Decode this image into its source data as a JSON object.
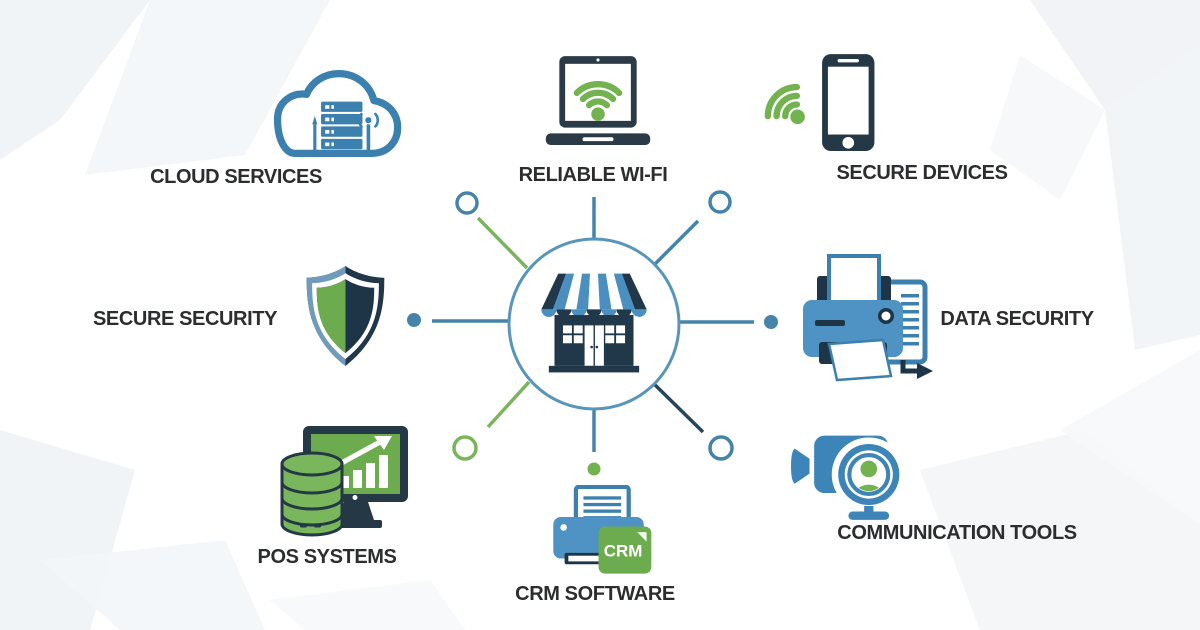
{
  "title": "Retail store technology diagram",
  "colors": {
    "icon_blue": "#3b80ae",
    "fill_blue": "#4f93c4",
    "green": "#72b350",
    "dark_navy": "#20384a",
    "line_blue": "#4583aa",
    "line_green": "#7ab45c",
    "line_dark": "#24455c",
    "text": "#2b2d2e"
  },
  "center": {
    "name": "storefront",
    "icon": "storefront-icon"
  },
  "nodes": [
    {
      "id": "cloud-services",
      "label": "CLOUD SERVICES",
      "icon": "cloud-server-icon"
    },
    {
      "id": "reliable-wifi",
      "label": "RELIABLE WI-FI",
      "icon": "laptop-wifi-icon"
    },
    {
      "id": "secure-devices",
      "label": "SECURE DEVICES",
      "icon": "smartphone-wifi-icon"
    },
    {
      "id": "secure-security",
      "label": "SECURE SECURITY",
      "icon": "shield-icon"
    },
    {
      "id": "data-security",
      "label": "DATA SECURITY",
      "icon": "printer-document-icon"
    },
    {
      "id": "pos-systems",
      "label": "POS SYSTEMS",
      "icon": "monitor-database-icon"
    },
    {
      "id": "crm-software",
      "label": "CRM SOFTWARE",
      "icon": "printer-crm-icon",
      "badge": "CRM"
    },
    {
      "id": "communication-tools",
      "label": "COMMUNICATION TOOLS",
      "icon": "video-camera-icon"
    }
  ]
}
